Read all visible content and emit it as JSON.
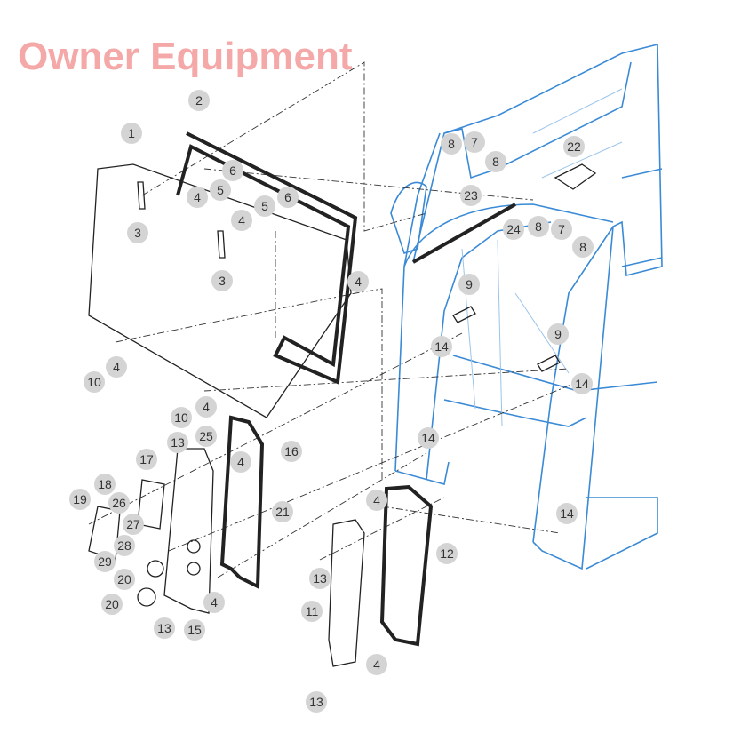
{
  "diagram": {
    "title_hidden": null,
    "watermark": "Owner Equipment",
    "callouts": [
      "1",
      "2",
      "3",
      "3",
      "4",
      "5",
      "6",
      "5",
      "6",
      "4",
      "4",
      "4",
      "10",
      "10",
      "4",
      "13",
      "25",
      "16",
      "4",
      "17",
      "18",
      "19",
      "26",
      "27",
      "28",
      "29",
      "20",
      "20",
      "13",
      "15",
      "4",
      "21",
      "4",
      "12",
      "13",
      "11",
      "4",
      "13",
      "14",
      "14",
      "14",
      "14",
      "9",
      "9",
      "8",
      "7",
      "8",
      "22",
      "23",
      "24",
      "8",
      "7",
      "8"
    ],
    "colors": {
      "cab_frame": "#3a8ad6",
      "callout_bg": "#d4d4d4",
      "watermark": "#f28b8b"
    }
  }
}
